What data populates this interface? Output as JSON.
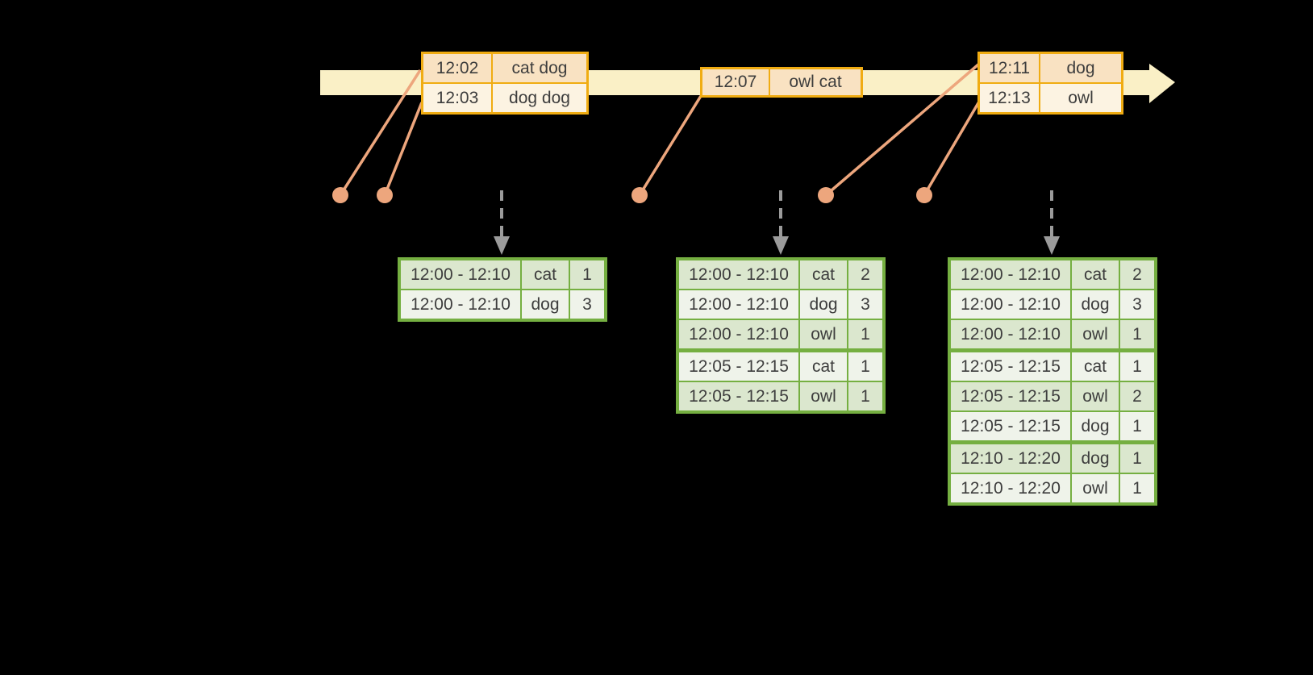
{
  "colors": {
    "bg": "#000000",
    "band": "#faf0c6",
    "gold": "#f0ac12",
    "peach_dark": "#f9e2c2",
    "peach_light": "#fcf3e2",
    "salmon": "#eda67d",
    "gray": "#9b9b9b",
    "green": "#75af41",
    "row_dark": "#dbe7ce",
    "row_light": "#eff3ea",
    "text": "#3d3d3d"
  },
  "timeline": {
    "event_groups": [
      {
        "rows": [
          {
            "time": "12:02",
            "words": "cat dog"
          },
          {
            "time": "12:03",
            "words": "dog dog"
          }
        ]
      },
      {
        "rows": [
          {
            "time": "12:07",
            "words": "owl cat"
          }
        ]
      },
      {
        "rows": [
          {
            "time": "12:11",
            "words": "dog"
          },
          {
            "time": "12:13",
            "words": "owl"
          }
        ]
      }
    ]
  },
  "result_tables": [
    {
      "rows": [
        {
          "window": "12:00 - 12:10",
          "word": "cat",
          "count": "1"
        },
        {
          "window": "12:00 - 12:10",
          "word": "dog",
          "count": "3"
        }
      ]
    },
    {
      "rows": [
        {
          "window": "12:00 - 12:10",
          "word": "cat",
          "count": "2"
        },
        {
          "window": "12:00 - 12:10",
          "word": "dog",
          "count": "3"
        },
        {
          "window": "12:00 - 12:10",
          "word": "owl",
          "count": "1"
        },
        {
          "window": "12:05 - 12:15",
          "word": "cat",
          "count": "1"
        },
        {
          "window": "12:05 - 12:15",
          "word": "owl",
          "count": "1"
        }
      ]
    },
    {
      "rows": [
        {
          "window": "12:00 - 12:10",
          "word": "cat",
          "count": "2"
        },
        {
          "window": "12:00 - 12:10",
          "word": "dog",
          "count": "3"
        },
        {
          "window": "12:00 - 12:10",
          "word": "owl",
          "count": "1"
        },
        {
          "window": "12:05 - 12:15",
          "word": "cat",
          "count": "1"
        },
        {
          "window": "12:05 - 12:15",
          "word": "owl",
          "count": "2"
        },
        {
          "window": "12:05 - 12:15",
          "word": "dog",
          "count": "1"
        },
        {
          "window": "12:10 - 12:20",
          "word": "dog",
          "count": "1"
        },
        {
          "window": "12:10 - 12:20",
          "word": "owl",
          "count": "1"
        }
      ]
    }
  ]
}
